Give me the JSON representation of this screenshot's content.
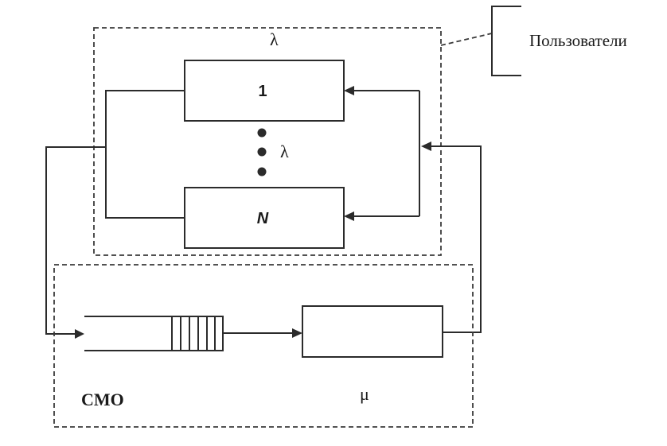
{
  "diagram": {
    "users_label": "Пользователи",
    "lambda_top": "λ",
    "lambda_mid": "λ",
    "user_first": "1",
    "user_last": "N",
    "smo_label": "СМО",
    "mu_label": "μ"
  }
}
